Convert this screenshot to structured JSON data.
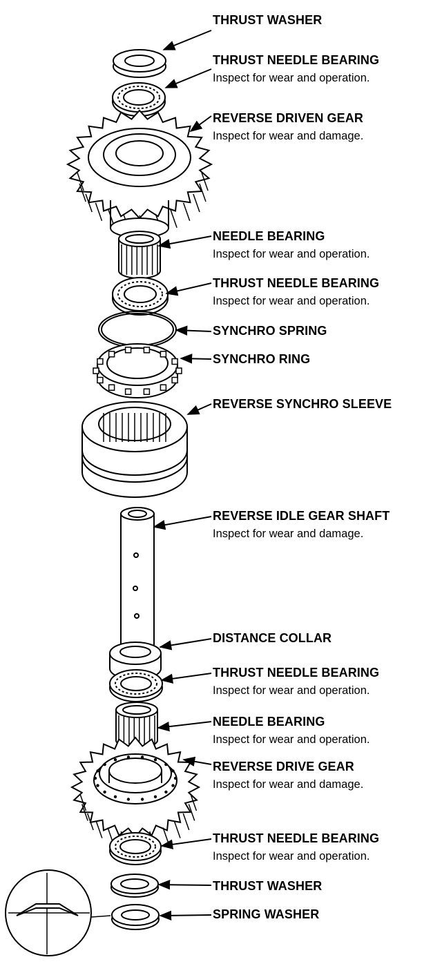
{
  "parts": [
    {
      "id": "thrust-washer-top",
      "name": "THRUST WASHER",
      "note": ""
    },
    {
      "id": "thrust-needle-bearing-1",
      "name": "THRUST NEEDLE BEARING",
      "note": "Inspect for wear and operation."
    },
    {
      "id": "reverse-driven-gear",
      "name": "REVERSE DRIVEN GEAR",
      "note": "Inspect for wear and damage."
    },
    {
      "id": "needle-bearing-1",
      "name": "NEEDLE BEARING",
      "note": "Inspect for wear and operation."
    },
    {
      "id": "thrust-needle-bearing-2",
      "name": "THRUST NEEDLE BEARING",
      "note": "Inspect for wear and operation."
    },
    {
      "id": "synchro-spring",
      "name": "SYNCHRO SPRING",
      "note": ""
    },
    {
      "id": "synchro-ring",
      "name": "SYNCHRO RING",
      "note": ""
    },
    {
      "id": "reverse-synchro-sleeve",
      "name": "REVERSE SYNCHRO SLEEVE",
      "note": ""
    },
    {
      "id": "reverse-idle-gear-shaft",
      "name": "REVERSE IDLE GEAR SHAFT",
      "note": "Inspect for wear and damage."
    },
    {
      "id": "distance-collar",
      "name": "DISTANCE COLLAR",
      "note": ""
    },
    {
      "id": "thrust-needle-bearing-3",
      "name": "THRUST NEEDLE BEARING",
      "note": "Inspect for wear and operation."
    },
    {
      "id": "needle-bearing-2",
      "name": "NEEDLE BEARING",
      "note": "Inspect for wear and operation."
    },
    {
      "id": "reverse-drive-gear",
      "name": "REVERSE DRIVE GEAR",
      "note": "Inspect for wear and damage."
    },
    {
      "id": "thrust-needle-bearing-4",
      "name": "THRUST NEEDLE BEARING",
      "note": "Inspect for wear and operation."
    },
    {
      "id": "thrust-washer-bottom",
      "name": "THRUST WASHER",
      "note": ""
    },
    {
      "id": "spring-washer",
      "name": "SPRING WASHER",
      "note": ""
    }
  ]
}
